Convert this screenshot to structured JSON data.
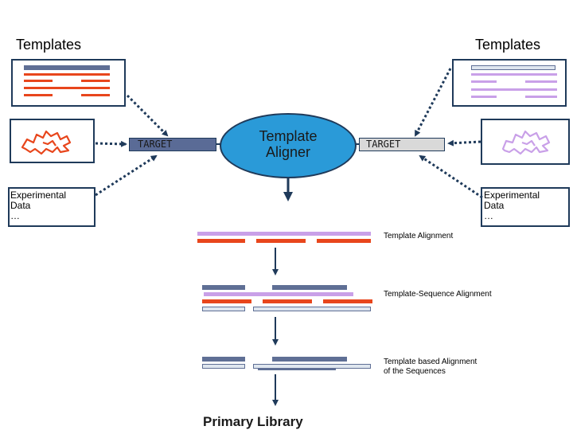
{
  "labels": {
    "templates_left": "Templates",
    "templates_right": "Templates",
    "target_left": "TARGET",
    "target_right": "TARGET",
    "aligner_line1": "Template",
    "aligner_line2": "Aligner",
    "experimental_line1": "Experimental",
    "experimental_line2": "Data",
    "experimental_line3": "…",
    "experimental_right_line1": "Experimental",
    "experimental_right_line2": "Data",
    "experimental_right_line3": "…",
    "template_alignment": "Template Alignment",
    "template_sequence_alignment": "Template-Sequence Alignment",
    "template_based_line1": "Template based Alignment",
    "template_based_line2": "of the Sequences",
    "primary_library": "Primary Library"
  },
  "colors": {
    "navy": "#1f3a5a",
    "orange": "#e8461c",
    "lavender": "#c9a0e8",
    "slate": "#5f6f95",
    "light_grey": "#dfe6ef",
    "aligner_blue": "#2a9ad8",
    "target_left_fill": "#5a6b96",
    "target_right_fill": "#d9d9d9"
  }
}
